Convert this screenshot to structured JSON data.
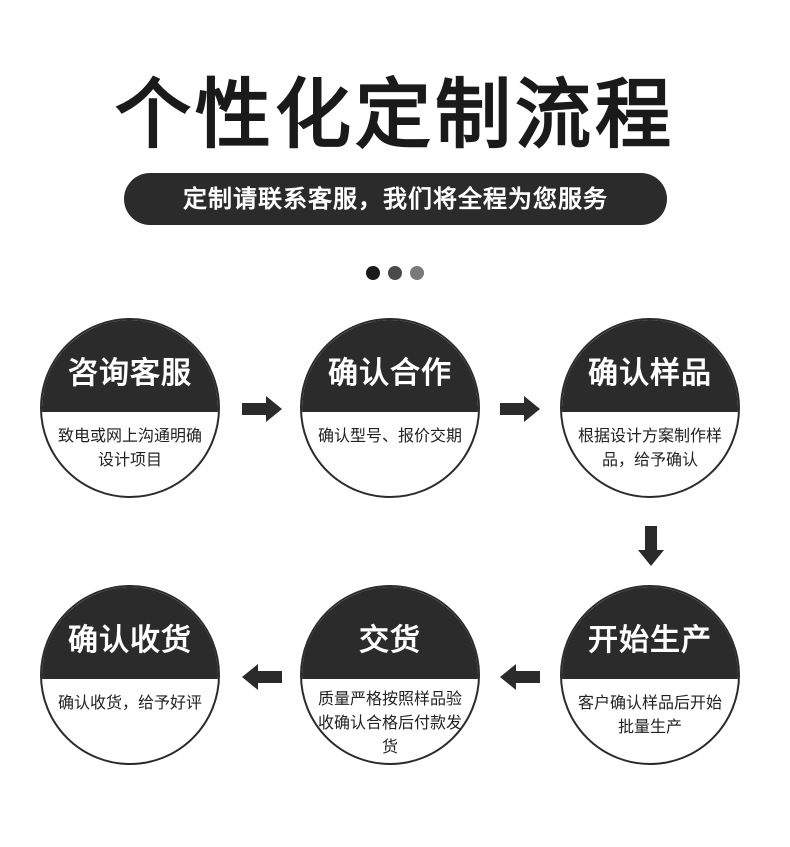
{
  "title": "个性化定制流程",
  "subtitle": "定制请联系客服，我们将全程为您服务",
  "steps": [
    {
      "title": "咨询客服",
      "desc": "致电或网上沟通明确设计项目"
    },
    {
      "title": "确认合作",
      "desc": "确认型号、报价交期"
    },
    {
      "title": "确认样品",
      "desc": "根据设计方案制作样品，给予确认"
    },
    {
      "title": "开始生产",
      "desc": "客户确认样品后开始批量生产"
    },
    {
      "title": "交货",
      "desc": "质量严格按照样品验收确认合格后付款发货"
    },
    {
      "title": "确认收货",
      "desc": "确认收货，给予好评"
    }
  ],
  "colors": {
    "dark": "#2b2b2b",
    "dot_mid": "#4a4a4a",
    "dot_light": "#7a7a7a",
    "background": "#ffffff"
  },
  "icons": {
    "arrow_right": "arrow-right-icon",
    "arrow_down": "arrow-down-icon",
    "arrow_left": "arrow-left-icon"
  }
}
